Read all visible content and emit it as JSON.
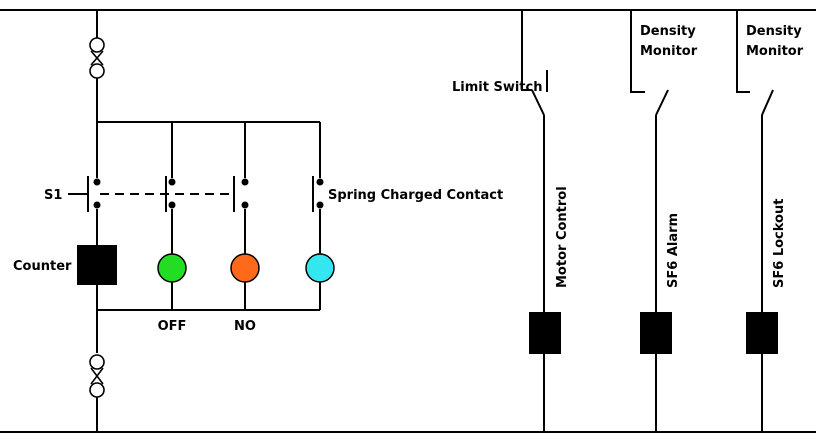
{
  "labels": {
    "s1": "S1",
    "spring_charged": "Spring Charged Contact",
    "counter": "Counter",
    "off": "OFF",
    "no": "NO",
    "limit_switch": "Limit Switch",
    "density_monitor_1_line1": "Density",
    "density_monitor_1_line2": "Monitor",
    "density_monitor_2_line1": "Density",
    "density_monitor_2_line2": "Monitor",
    "motor_control": "Motor Control",
    "sf6_alarm": "SF6 Alarm",
    "sf6_lockout": "SF6 Lockout"
  },
  "lamp_colors": {
    "green": "#22dd22",
    "orange": "#ff6a1a",
    "cyan": "#33e6f0"
  }
}
